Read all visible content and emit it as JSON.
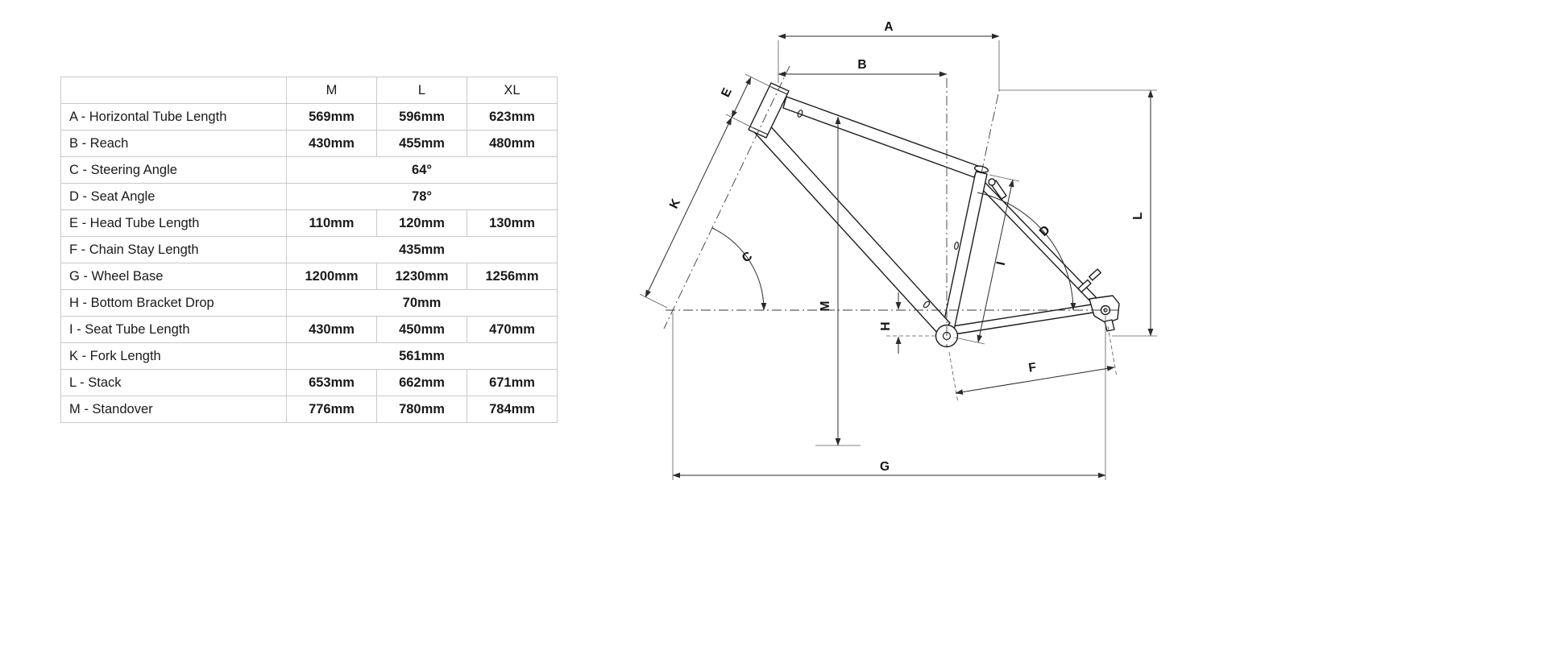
{
  "table": {
    "headers": [
      "",
      "M",
      "L",
      "XL"
    ],
    "rows": [
      {
        "label": "A - Horizontal Tube Length",
        "values": [
          "569mm",
          "596mm",
          "623mm"
        ]
      },
      {
        "label": "B - Reach",
        "values": [
          "430mm",
          "455mm",
          "480mm"
        ]
      },
      {
        "label": "C - Steering Angle",
        "values": [
          "64°"
        ]
      },
      {
        "label": "D - Seat Angle",
        "values": [
          "78°"
        ]
      },
      {
        "label": "E - Head Tube Length",
        "values": [
          "110mm",
          "120mm",
          "130mm"
        ]
      },
      {
        "label": "F - Chain Stay Length",
        "values": [
          "435mm"
        ]
      },
      {
        "label": "G - Wheel Base",
        "values": [
          "1200mm",
          "1230mm",
          "1256mm"
        ]
      },
      {
        "label": "H - Bottom Bracket Drop",
        "values": [
          "70mm"
        ]
      },
      {
        "label": "I - Seat Tube Length",
        "values": [
          "430mm",
          "450mm",
          "470mm"
        ]
      },
      {
        "label": "K - Fork Length",
        "values": [
          "561mm"
        ]
      },
      {
        "label": "L - Stack",
        "values": [
          "653mm",
          "662mm",
          "671mm"
        ]
      },
      {
        "label": "M - Standover",
        "values": [
          "776mm",
          "780mm",
          "784mm"
        ]
      }
    ]
  },
  "diagram": {
    "labels": {
      "A": "A",
      "B": "B",
      "C": "C",
      "D": "D",
      "E": "E",
      "F": "F",
      "G": "G",
      "H": "H",
      "I": "I",
      "K": "K",
      "L": "L",
      "M": "M"
    },
    "line_color": "#1c1c1c"
  }
}
